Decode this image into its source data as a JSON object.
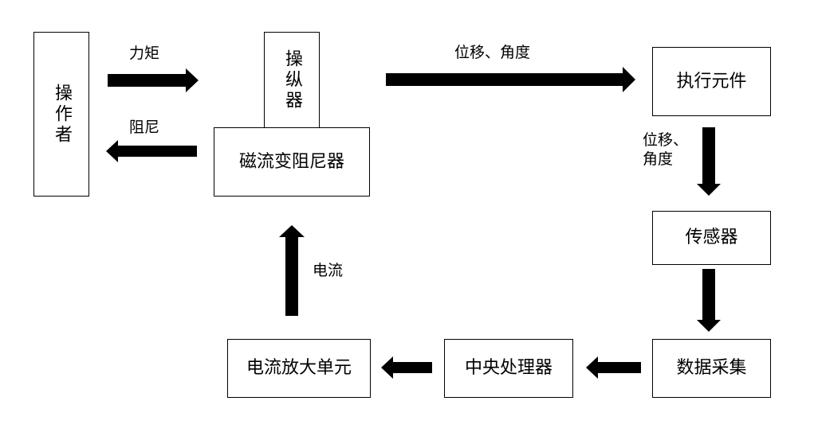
{
  "nodes": {
    "operator": "操作者",
    "manipulator": "操纵器",
    "mr_damper": "磁流变阻尼器",
    "actuator": "执行元件",
    "sensor": "传感器",
    "data_acquisition": "数据采集",
    "cpu": "中央处理器",
    "current_amplifier": "电流放大单元"
  },
  "edges": {
    "torque": "力矩",
    "damping": "阻尼",
    "displacement_angle_top": "位移、角度",
    "displacement_angle_right_line1": "位移、",
    "displacement_angle_right_line2": "角度",
    "current": "电流"
  }
}
